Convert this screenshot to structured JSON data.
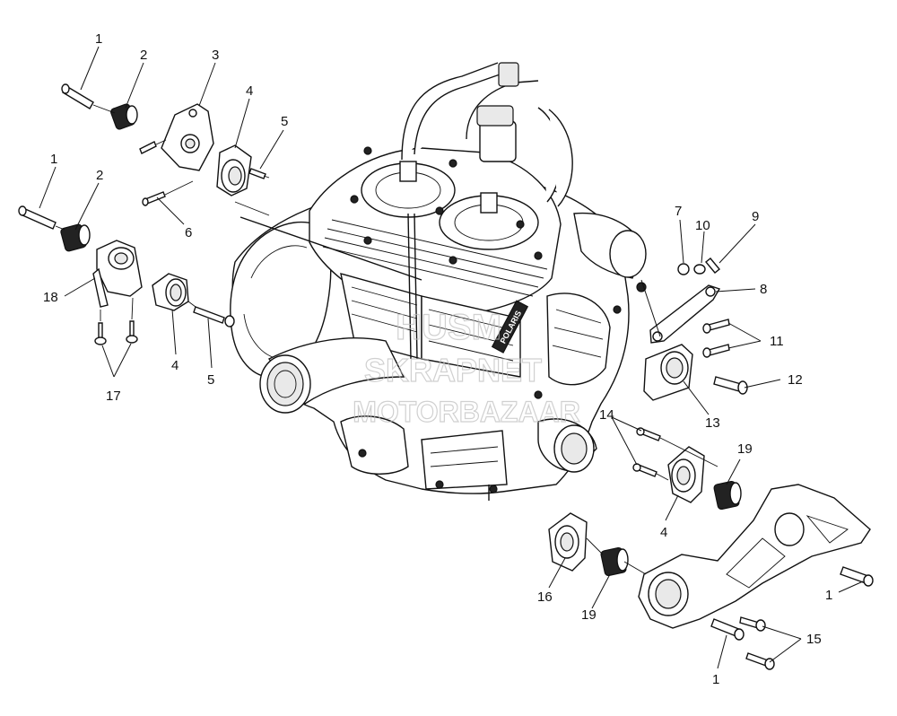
{
  "diagram": {
    "type": "exploded-parts-diagram",
    "callouts": [
      {
        "id": "c1a",
        "text": "1"
      },
      {
        "id": "c2a",
        "text": "2"
      },
      {
        "id": "c3",
        "text": "3"
      },
      {
        "id": "c4a",
        "text": "4"
      },
      {
        "id": "c5a",
        "text": "5"
      },
      {
        "id": "c6",
        "text": "6"
      },
      {
        "id": "c1b",
        "text": "1"
      },
      {
        "id": "c2b",
        "text": "2"
      },
      {
        "id": "c18",
        "text": "18"
      },
      {
        "id": "c4b",
        "text": "4"
      },
      {
        "id": "c5b",
        "text": "5"
      },
      {
        "id": "c17",
        "text": "17"
      },
      {
        "id": "c7",
        "text": "7"
      },
      {
        "id": "c10",
        "text": "10"
      },
      {
        "id": "c9",
        "text": "9"
      },
      {
        "id": "c8",
        "text": "8"
      },
      {
        "id": "c11",
        "text": "11"
      },
      {
        "id": "c12",
        "text": "12"
      },
      {
        "id": "c13",
        "text": "13"
      },
      {
        "id": "c14",
        "text": "14"
      },
      {
        "id": "c19a",
        "text": "19"
      },
      {
        "id": "c4c",
        "text": "4"
      },
      {
        "id": "c16",
        "text": "16"
      },
      {
        "id": "c19b",
        "text": "19"
      },
      {
        "id": "c1c",
        "text": "1"
      },
      {
        "id": "c15",
        "text": "15"
      },
      {
        "id": "c1d",
        "text": "1"
      }
    ],
    "engine_marking": "POLARIS"
  }
}
